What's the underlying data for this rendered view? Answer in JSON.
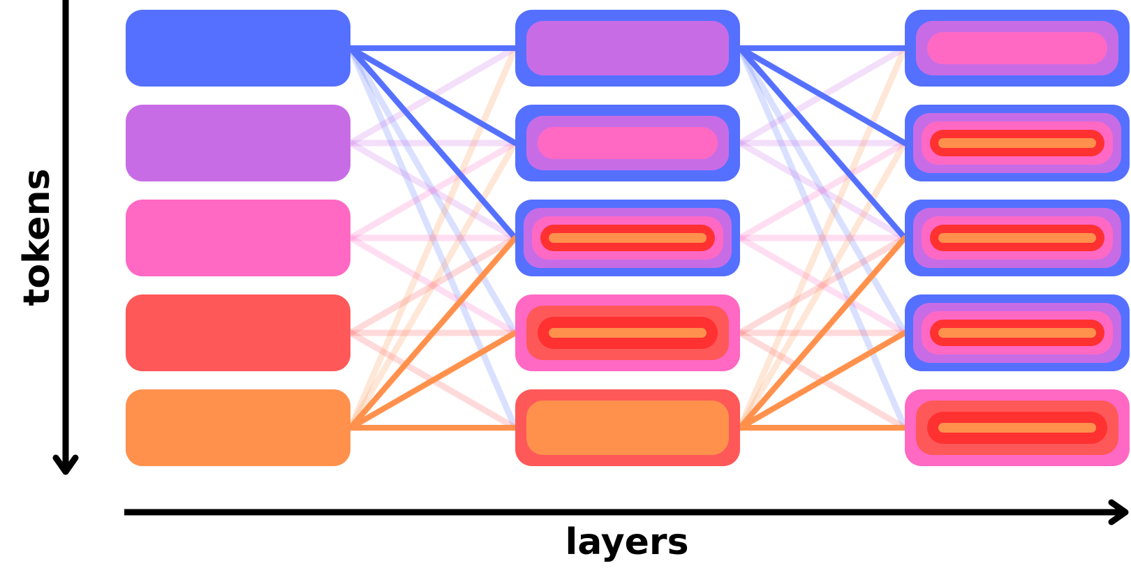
{
  "labels": {
    "x_axis": "layers",
    "y_axis": "tokens"
  },
  "colors": {
    "token_0": "#5570ff",
    "token_1": "#c86ce6",
    "token_2": "#ff69c4",
    "token_3": "#ff5858",
    "token_4": "#ff914d",
    "token_4_core": "#ff3131",
    "axis": "#000000"
  },
  "diagram": {
    "layers": 3,
    "tokens": 5,
    "connection_style": "causal: each token in a layer receives from itself and all earlier tokens of the previous layer",
    "strong_edges": [
      {
        "from_layer": 0,
        "from_token": 0,
        "to_token": 0,
        "color_token": 0
      },
      {
        "from_layer": 0,
        "from_token": 0,
        "to_token": 1,
        "color_token": 0
      },
      {
        "from_layer": 0,
        "from_token": 0,
        "to_token": 2,
        "color_token": 0
      },
      {
        "from_layer": 0,
        "from_token": 4,
        "to_token": 2,
        "color_token": 4
      },
      {
        "from_layer": 0,
        "from_token": 4,
        "to_token": 3,
        "color_token": 4
      },
      {
        "from_layer": 0,
        "from_token": 4,
        "to_token": 4,
        "color_token": 4
      },
      {
        "from_layer": 1,
        "from_token": 0,
        "to_token": 0,
        "color_token": 0
      },
      {
        "from_layer": 1,
        "from_token": 0,
        "to_token": 1,
        "color_token": 0
      },
      {
        "from_layer": 1,
        "from_token": 0,
        "to_token": 2,
        "color_token": 0
      },
      {
        "from_layer": 1,
        "from_token": 4,
        "to_token": 2,
        "color_token": 4
      },
      {
        "from_layer": 1,
        "from_token": 4,
        "to_token": 3,
        "color_token": 4
      },
      {
        "from_layer": 1,
        "from_token": 4,
        "to_token": 4,
        "color_token": 4
      }
    ],
    "box_nesting": [
      [
        [
          0
        ],
        [
          1
        ],
        [
          2
        ],
        [
          3
        ],
        [
          4
        ]
      ],
      [
        [
          0,
          1
        ],
        [
          0,
          1,
          2
        ],
        [
          0,
          1,
          2,
          3,
          4
        ],
        [
          2,
          3,
          4,
          4
        ],
        [
          3,
          4
        ]
      ],
      [
        [
          0,
          1,
          2
        ],
        [
          0,
          1,
          2,
          3,
          4
        ],
        [
          0,
          1,
          2,
          3,
          4
        ],
        [
          0,
          1,
          2,
          3,
          4
        ],
        [
          2,
          3,
          4,
          4
        ]
      ]
    ]
  }
}
